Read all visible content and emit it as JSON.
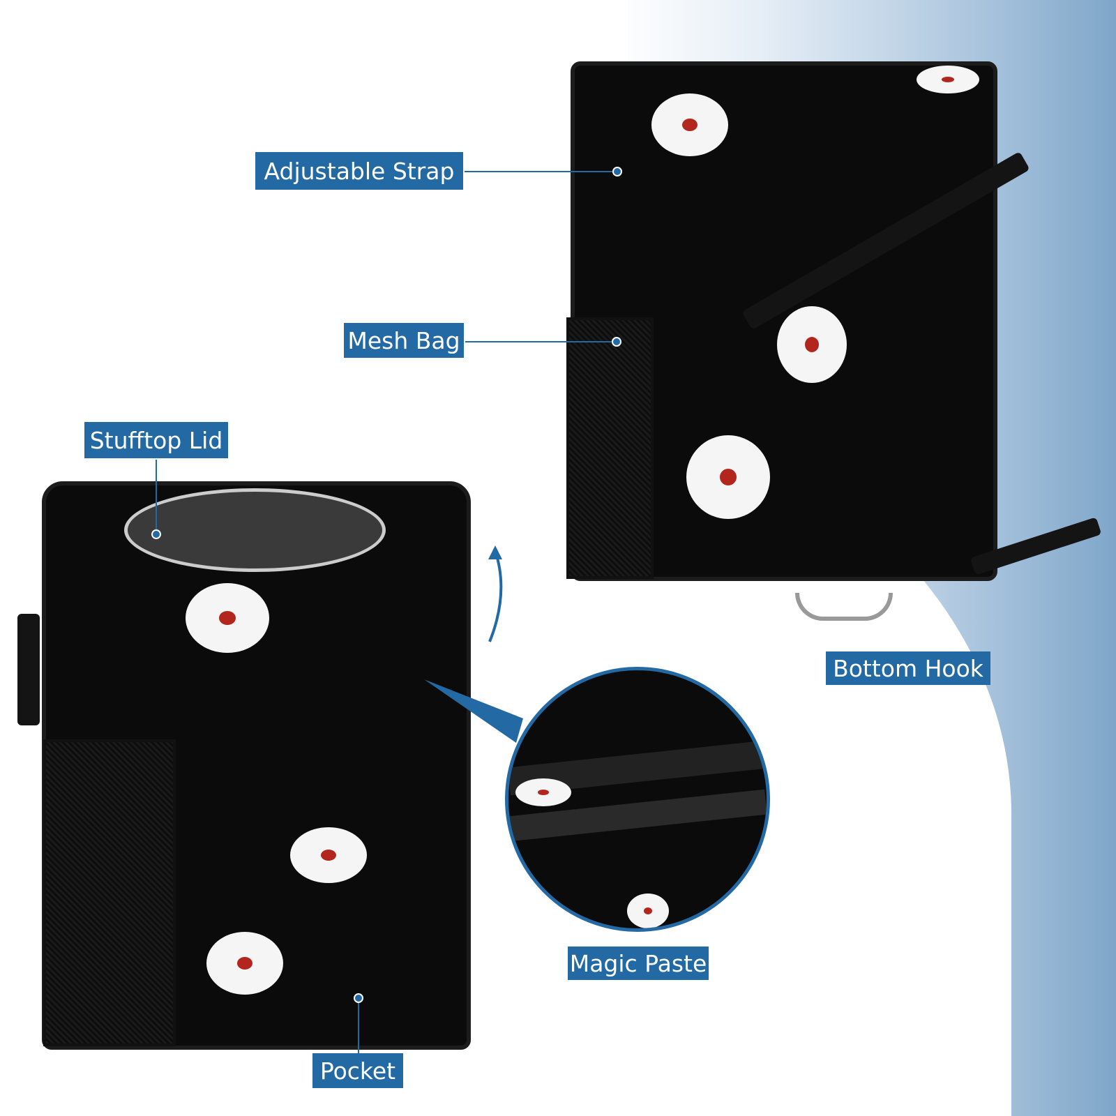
{
  "labels": {
    "adjustable_strap": "Adjustable Strap",
    "mesh_bag": "Mesh Bag",
    "stufftop_lid": "Stufftop Lid",
    "bottom_hook": "Bottom Hook",
    "magic_paste": "Magic Paste",
    "pocket": "Pocket"
  },
  "colors": {
    "accent": "#2369a3",
    "bag": "#0b0b0b",
    "flower_center": "#b3261e"
  }
}
